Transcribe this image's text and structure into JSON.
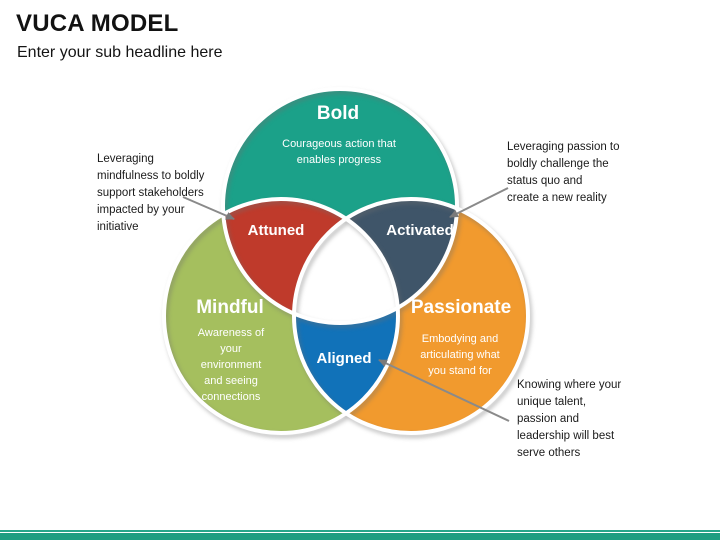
{
  "slide": {
    "title": "VUCA MODEL",
    "subtitle": "Enter your sub headline here"
  },
  "diagram": {
    "circles": [
      {
        "id": "bold",
        "label": "Bold",
        "description": "Courageous action that\nenables progress",
        "color": "#1BA189"
      },
      {
        "id": "mindful",
        "label": "Mindful",
        "description": "Awareness of\nyour\nenvironment\nand seeing\nconnections",
        "color": "#A5BF5E"
      },
      {
        "id": "passionate",
        "label": "Passionate",
        "description": "Embodying and\narticulating what\nyou stand for",
        "color": "#F19A2E"
      }
    ],
    "intersections": [
      {
        "id": "attuned",
        "label": "Attuned",
        "color": "#BF3A2B"
      },
      {
        "id": "activated",
        "label": "Activated",
        "color": "#3F5569"
      },
      {
        "id": "aligned",
        "label": "Aligned",
        "color": "#1172B9"
      }
    ],
    "callouts": [
      {
        "id": "attuned-note",
        "text": "Leveraging\nmindfulness to boldly\nsupport stakeholders\nimpacted by your\ninitiative"
      },
      {
        "id": "activated-note",
        "text": "Leveraging passion to\nboldly challenge the\nstatus quo and\ncreate a new reality"
      },
      {
        "id": "aligned-note",
        "text": "Knowing where your\nunique talent,\npassion and\nleadership will best\nserve others"
      }
    ],
    "arrow_color": "#8A8A8A"
  },
  "footer": {
    "line_color": "#27A58A",
    "bar_color": "#1E9D81"
  }
}
